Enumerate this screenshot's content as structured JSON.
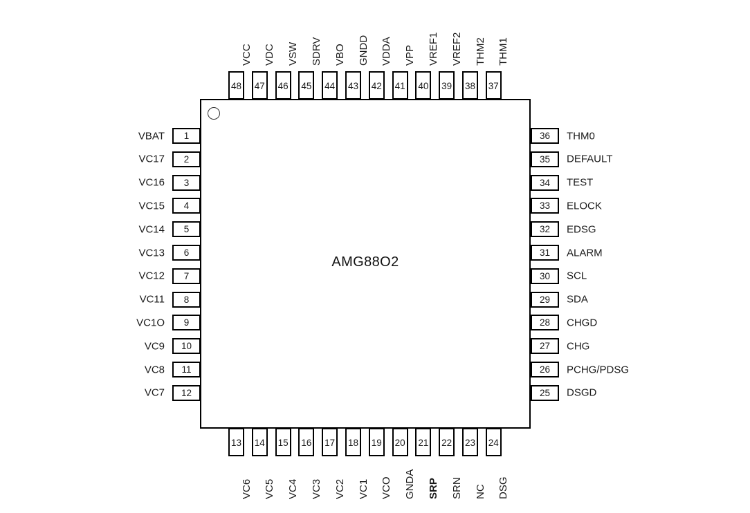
{
  "chip": {
    "part_number": "AMG88O2",
    "pin1_marker": "circle-marker",
    "package_outline_color": "#000000",
    "label_color": "#1a1a1a",
    "background_color": "#ffffff"
  },
  "pins": {
    "left": [
      {
        "number": "1",
        "name": "VBAT"
      },
      {
        "number": "2",
        "name": "VC17"
      },
      {
        "number": "3",
        "name": "VC16"
      },
      {
        "number": "4",
        "name": "VC15"
      },
      {
        "number": "5",
        "name": "VC14"
      },
      {
        "number": "6",
        "name": "VC13"
      },
      {
        "number": "7",
        "name": "VC12"
      },
      {
        "number": "8",
        "name": "VC11"
      },
      {
        "number": "9",
        "name": "VC1O"
      },
      {
        "number": "10",
        "name": "VC9"
      },
      {
        "number": "11",
        "name": "VC8"
      },
      {
        "number": "12",
        "name": "VC7"
      }
    ],
    "bottom": [
      {
        "number": "13",
        "name": "VC6",
        "bold": false
      },
      {
        "number": "14",
        "name": "VC5",
        "bold": false
      },
      {
        "number": "15",
        "name": "VC4",
        "bold": false
      },
      {
        "number": "16",
        "name": "VC3",
        "bold": false
      },
      {
        "number": "17",
        "name": "VC2",
        "bold": false
      },
      {
        "number": "18",
        "name": "VC1",
        "bold": false
      },
      {
        "number": "19",
        "name": "VCO",
        "bold": false
      },
      {
        "number": "20",
        "name": "GNDA",
        "bold": false
      },
      {
        "number": "21",
        "name": "SRP",
        "bold": true
      },
      {
        "number": "22",
        "name": "SRN",
        "bold": false
      },
      {
        "number": "23",
        "name": "NC",
        "bold": false
      },
      {
        "number": "24",
        "name": "DSG",
        "bold": false
      }
    ],
    "right": [
      {
        "number": "36",
        "name": "THM0"
      },
      {
        "number": "35",
        "name": "DEFAULT"
      },
      {
        "number": "34",
        "name": "TEST"
      },
      {
        "number": "33",
        "name": "ELOCK"
      },
      {
        "number": "32",
        "name": "EDSG"
      },
      {
        "number": "31",
        "name": "ALARM"
      },
      {
        "number": "30",
        "name": "SCL"
      },
      {
        "number": "29",
        "name": "SDA"
      },
      {
        "number": "28",
        "name": "CHGD"
      },
      {
        "number": "27",
        "name": "CHG"
      },
      {
        "number": "26",
        "name": "PCHG/PDSG"
      },
      {
        "number": "25",
        "name": "DSGD"
      }
    ],
    "top": [
      {
        "number": "48",
        "name": "VCC"
      },
      {
        "number": "47",
        "name": "VDC"
      },
      {
        "number": "46",
        "name": "VSW"
      },
      {
        "number": "45",
        "name": "SDRV"
      },
      {
        "number": "44",
        "name": "VBO"
      },
      {
        "number": "43",
        "name": "GNDD"
      },
      {
        "number": "42",
        "name": "VDDA"
      },
      {
        "number": "41",
        "name": "VPP"
      },
      {
        "number": "40",
        "name": "VREF1"
      },
      {
        "number": "39",
        "name": "VREF2"
      },
      {
        "number": "38",
        "name": "THM2"
      },
      {
        "number": "37",
        "name": "THM1"
      }
    ]
  }
}
